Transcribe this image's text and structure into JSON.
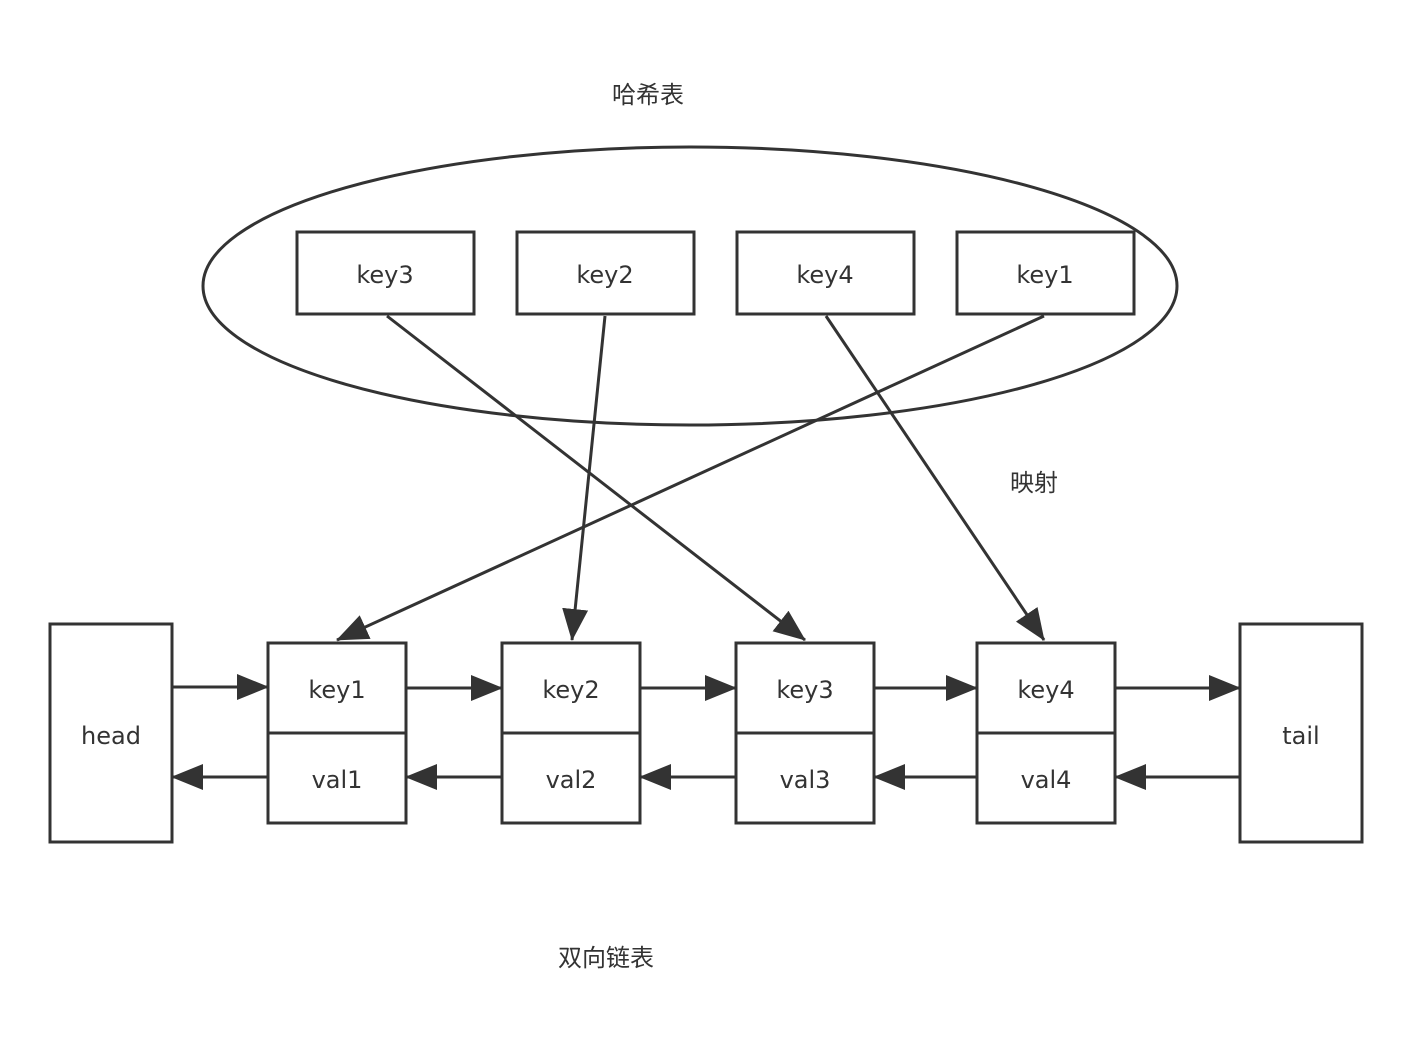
{
  "hash_table": {
    "title": "哈希表",
    "keys": [
      "key3",
      "key2",
      "key4",
      "key1"
    ]
  },
  "mapping_label": "映射",
  "linked_list": {
    "title": "双向链表",
    "head_label": "head",
    "tail_label": "tail",
    "nodes": [
      {
        "key": "key1",
        "val": "val1"
      },
      {
        "key": "key2",
        "val": "val2"
      },
      {
        "key": "key3",
        "val": "val3"
      },
      {
        "key": "key4",
        "val": "val4"
      }
    ]
  },
  "colors": {
    "stroke": "#333333",
    "background": "#ffffff"
  }
}
